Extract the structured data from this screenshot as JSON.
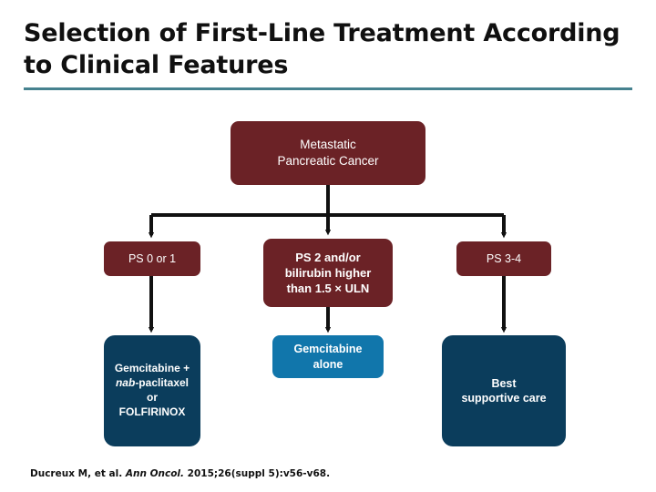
{
  "slide": {
    "title": "Selection of First-Line Treatment According to Clinical Features",
    "rule_color": "#46828F",
    "background": "#ffffff"
  },
  "palette": {
    "maroon": "#6B2226",
    "navy": "#0B3D5C",
    "blue": "#1176AB",
    "teal_rule": "#46828F",
    "connector": "#111111",
    "text_on_fill": "#ffffff"
  },
  "flowchart": {
    "root": {
      "id": "metastatic-pancreatic-cancer",
      "line1": "Metastatic",
      "line2": "Pancreatic Cancer",
      "color": "#6B2226"
    },
    "branches": [
      {
        "id": "ps-0-or-1",
        "label": "PS 0 or 1",
        "color": "#6B2226",
        "treatment": {
          "id": "gemcitabine-nab-paclitaxel-or-folfirinox",
          "line1": "Gemcitabine +",
          "line2_italic": "nab",
          "line2_rest": "-paclitaxel",
          "line3": "or",
          "line4": "FOLFIRINOX",
          "color": "#0B3D5C"
        }
      },
      {
        "id": "ps-2-or-bilirubin",
        "label_line1": "PS 2 and/or",
        "label_line2": "bilirubin higher",
        "label_line3": "than 1.5 × ULN",
        "color": "#6B2226",
        "treatment": {
          "id": "gemcitabine-alone",
          "line1": "Gemcitabine",
          "line2": "alone",
          "color": "#1176AB"
        }
      },
      {
        "id": "ps-3-4",
        "label": "PS 3-4",
        "color": "#6B2226",
        "treatment": {
          "id": "best-supportive-care",
          "line1": "Best",
          "line2": "supportive care",
          "color": "#0B3D5C"
        }
      }
    ]
  },
  "citation": {
    "authors": "Ducreux M, et al.",
    "journal": "Ann Oncol.",
    "details": "2015;26(suppl 5):v56-v68."
  }
}
